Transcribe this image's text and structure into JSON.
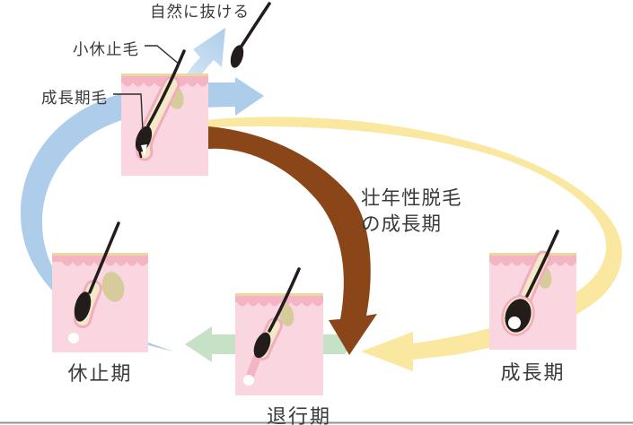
{
  "figure": {
    "type": "hair-growth-cycle-diagram",
    "annotations": {
      "natural_shed": "自然に抜ける",
      "club_hair": "小休止毛",
      "new_growth_hair": "成長期毛",
      "baldness_line1": "壮年性脱毛",
      "baldness_line2": "の成長期"
    },
    "stages": [
      {
        "id": "telogen",
        "label": "休止期"
      },
      {
        "id": "catagen",
        "label": "退行期"
      },
      {
        "id": "anagen",
        "label": "成長期"
      }
    ]
  },
  "colors": {
    "cycle_blue": "#aecdea",
    "cycle_blue_light": "#d9eaf7",
    "cycle_yellow": "#fae7a0",
    "shortcut_brown": "#8a4519",
    "transition_green": "#c5e1c6",
    "skin_pink": "#f9d6e0",
    "epidermis_pink": "#f4b4c3",
    "surface_tan": "#e9d9a1",
    "sebaceous_gland": "#d6cc9b",
    "follicle_cream": "#f3e8c8",
    "follicle_outline_pink": "#f3acbe",
    "hair_black": "#221d1a",
    "leader_line": "#2b2b2b",
    "bottom_edge_gray": "#8e9398",
    "text_dark": "#3a3a3a",
    "background": "#ffffff"
  }
}
